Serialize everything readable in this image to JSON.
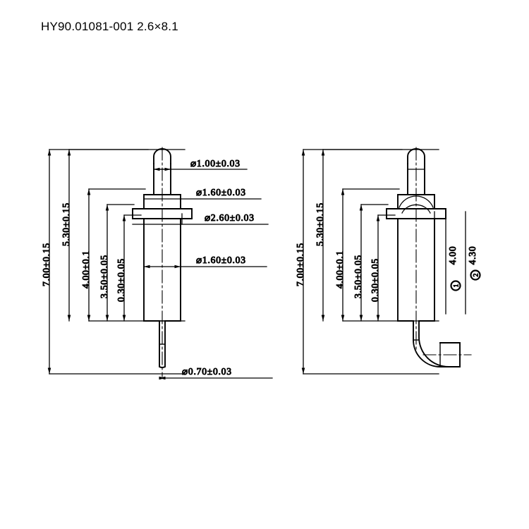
{
  "title": "HY90.01081-001 2.6×8.1",
  "drawing": {
    "type": "engineering-drawing",
    "part": "spring-loaded pogo pin connector",
    "views": [
      {
        "name": "straight-type-view",
        "position": "left",
        "vertical_dimensions": [
          {
            "label": "7.00±0.15",
            "value": 7.0,
            "tolerance": 0.15
          },
          {
            "label": "5.30±0.15",
            "value": 5.3,
            "tolerance": 0.15
          },
          {
            "label": "4.00±0.1",
            "value": 4.0,
            "tolerance": 0.1
          },
          {
            "label": "3.50±0.05",
            "value": 3.5,
            "tolerance": 0.05
          },
          {
            "label": "0.30±0.05",
            "value": 0.3,
            "tolerance": 0.05
          }
        ],
        "diameter_callouts": [
          {
            "label": "⌀1.00±0.03",
            "value": 1.0,
            "tolerance": 0.03,
            "feature": "top-tip-diameter"
          },
          {
            "label": "⌀1.60±0.03",
            "value": 1.6,
            "tolerance": 0.03,
            "feature": "shoulder-diameter"
          },
          {
            "label": "⌀2.60±0.03",
            "value": 2.6,
            "tolerance": 0.03,
            "feature": "flange-diameter"
          },
          {
            "label": "⌀1.60±0.03",
            "value": 1.6,
            "tolerance": 0.03,
            "feature": "body-diameter"
          },
          {
            "label": "⌀0.70±0.03",
            "value": 0.7,
            "tolerance": 0.03,
            "feature": "bottom-pin-diameter"
          }
        ]
      },
      {
        "name": "right-angle-type-view",
        "position": "right",
        "vertical_dimensions": [
          {
            "label": "7.00±0.15",
            "value": 7.0,
            "tolerance": 0.15
          },
          {
            "label": "5.30±0.15",
            "value": 5.3,
            "tolerance": 0.15
          },
          {
            "label": "4.00±0.1",
            "value": 4.0,
            "tolerance": 0.1
          },
          {
            "label": "3.50±0.05",
            "value": 3.5,
            "tolerance": 0.05
          },
          {
            "label": "0.30±0.05",
            "value": 0.3,
            "tolerance": 0.05
          }
        ],
        "balloon_dimensions": [
          {
            "balloon": "1",
            "label": "4.00",
            "value": 4.0
          },
          {
            "balloon": "2",
            "label": "4.30",
            "value": 4.3
          }
        ]
      }
    ]
  },
  "colors": {
    "line": "#000000",
    "background": "#ffffff",
    "text": "#000000"
  }
}
